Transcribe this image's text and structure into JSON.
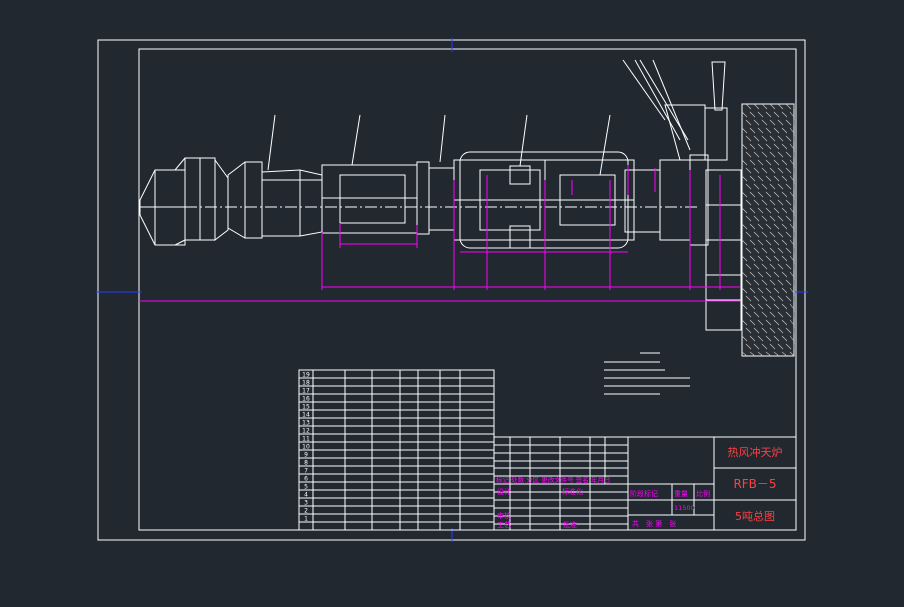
{
  "title_block": {
    "drawing_name": "热风冲天炉",
    "drawing_code": "RFB－5",
    "drawing_type": "5吨总图",
    "weight": "11500",
    "sheet_text": "共　张 第　张",
    "stage_mark_label": "阶段标记",
    "weight_label": "重量",
    "scale_label": "比例",
    "revision_header": "标记 处数 分区 更改文件号 签名 年月日",
    "design_label": "设计",
    "standardization_label": "标准化",
    "review_label": "审核",
    "process_label": "工艺",
    "approve_label": "批准"
  },
  "colors": {
    "background": "#212830",
    "border": "#ffffff",
    "geometry": "#ffffff",
    "dimension": "#ff00ff",
    "title_text": "#ff4040",
    "axis": "#2b3bff"
  },
  "parts_table": {
    "row_numbers": [
      "19",
      "18",
      "17",
      "16",
      "15",
      "14",
      "13",
      "12",
      "11",
      "10",
      "9",
      "8",
      "7",
      "6",
      "5",
      "4",
      "3",
      "2",
      "1"
    ]
  }
}
